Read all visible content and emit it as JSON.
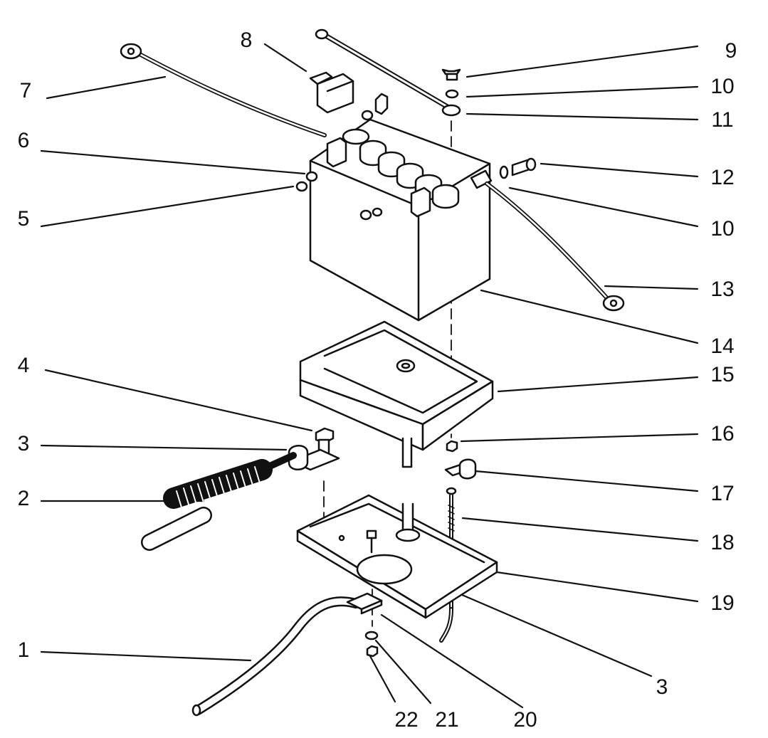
{
  "callouts": {
    "c1": "1",
    "c2": "2",
    "c3a": "3",
    "c3b": "3",
    "c4": "4",
    "c5": "5",
    "c6": "6",
    "c7": "7",
    "c8": "8",
    "c9": "9",
    "c10a": "10",
    "c10b": "10",
    "c11": "11",
    "c12": "12",
    "c13": "13",
    "c14": "14",
    "c15": "15",
    "c16": "16",
    "c17": "17",
    "c18": "18",
    "c19": "19",
    "c20": "20",
    "c21": "21",
    "c22": "22"
  },
  "colors": {
    "ink": "#111111",
    "paper": "#ffffff"
  }
}
